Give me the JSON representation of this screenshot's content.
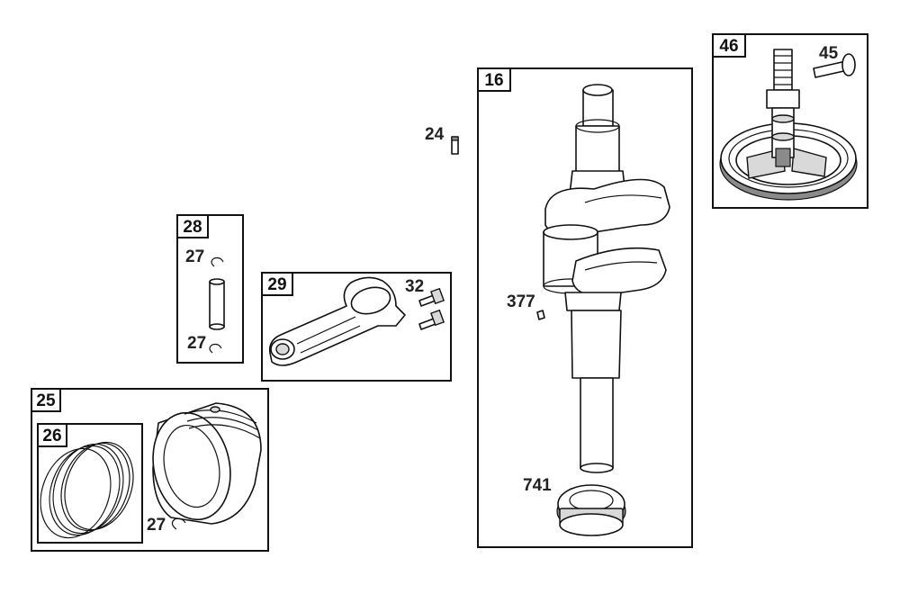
{
  "groups": {
    "g25": "25",
    "g26": "26",
    "g28": "28",
    "g29": "29",
    "g16": "16",
    "g46": "46"
  },
  "callouts": {
    "c24": "24",
    "c27a": "27",
    "c27b": "27",
    "c27c": "27",
    "c32": "32",
    "c377": "377",
    "c741": "741",
    "c45": "45"
  }
}
